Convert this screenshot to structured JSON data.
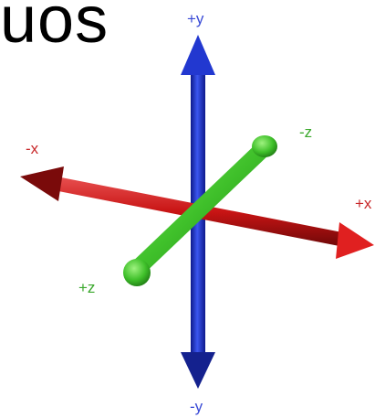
{
  "heading_fragment": "uos",
  "axes": {
    "y": {
      "positive_label": "+y",
      "negative_label": "-y",
      "color": "#1f2fbf",
      "label_color": "#3a4bd6"
    },
    "x": {
      "positive_label": "+x",
      "negative_label": "-x",
      "color": "#c81414",
      "label_color": "#c8282a"
    },
    "z": {
      "positive_label": "+z",
      "negative_label": "-z",
      "color": "#3fc02a",
      "label_color": "#3aa82c"
    }
  }
}
